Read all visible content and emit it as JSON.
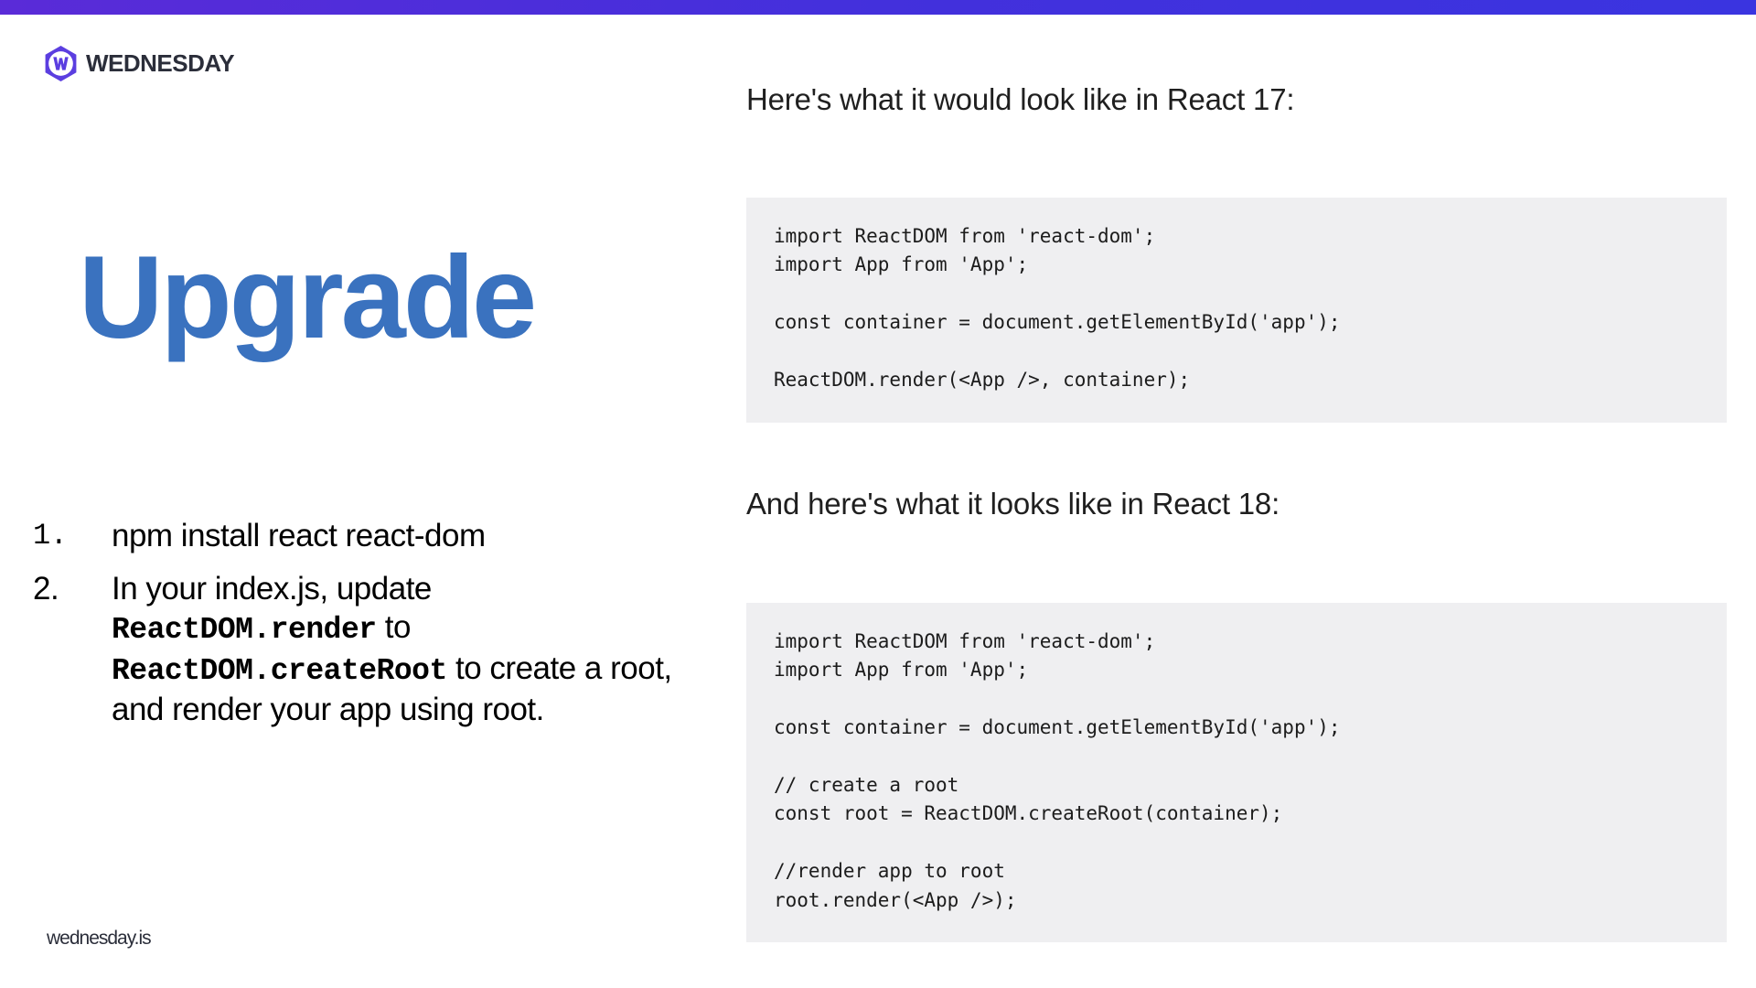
{
  "brand": {
    "name": "WEDNESDAY",
    "footer": "wednesday.is",
    "accent_color": "#3a72bf",
    "bar_color": "#4a30dc",
    "logo_icon": "wednesday-w-badge-icon"
  },
  "slide": {
    "title": "Upgrade"
  },
  "steps": [
    {
      "number": "1.",
      "text": "npm install react react-dom"
    },
    {
      "number": "2.",
      "parts": [
        "In your index.js, update",
        "ReactDOM.render",
        "to",
        "ReactDOM.createRoot",
        "to create a root, and render your app using root."
      ]
    }
  ],
  "react17": {
    "heading": "Here's what it would look like in React 17:",
    "code": [
      "import ReactDOM from 'react-dom';",
      "import App from 'App';",
      "",
      "const container = document.getElementById('app');",
      "",
      "ReactDOM.render(<App />, container);"
    ]
  },
  "react18": {
    "heading": "And here's what it looks like in React 18:",
    "code": [
      "import ReactDOM from 'react-dom';",
      "import App from 'App';",
      "",
      "const container = document.getElementById('app');",
      "",
      "// create a root",
      "const root = ReactDOM.createRoot(container);",
      "",
      "//render app to root",
      "root.render(<App />);"
    ]
  }
}
